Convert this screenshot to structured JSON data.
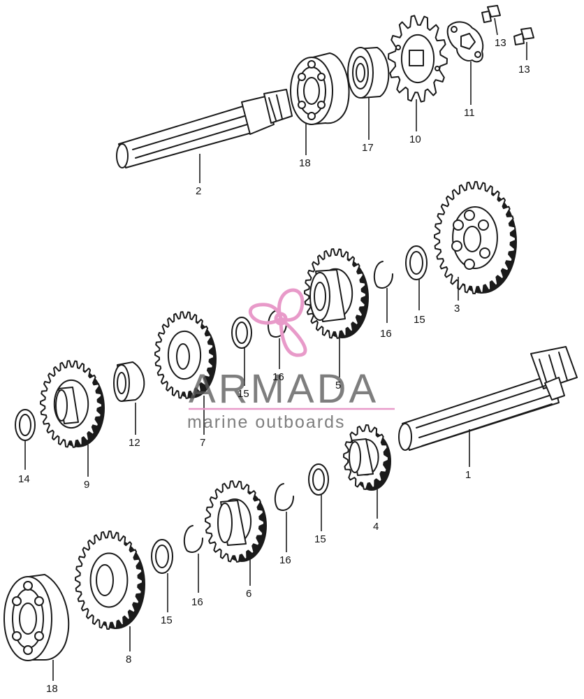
{
  "watermark": {
    "brand": "ARMADA",
    "tagline": "marine outboards",
    "accent_color": "#e89ac9",
    "text_color": "#5a5a5a"
  },
  "callouts": [
    {
      "id": "c-mainshaft-1",
      "label": "1"
    },
    {
      "id": "c-countershaft-2",
      "label": "2"
    },
    {
      "id": "c-gear-3",
      "label": "3"
    },
    {
      "id": "c-gear-4",
      "label": "4"
    },
    {
      "id": "c-gear-5",
      "label": "5"
    },
    {
      "id": "c-gear-6",
      "label": "6"
    },
    {
      "id": "c-gear-7",
      "label": "7"
    },
    {
      "id": "c-gear-8",
      "label": "8"
    },
    {
      "id": "c-gear-9",
      "label": "9"
    },
    {
      "id": "c-sprocket-10",
      "label": "10"
    },
    {
      "id": "c-plate-11",
      "label": "11"
    },
    {
      "id": "c-bushing-12",
      "label": "12"
    },
    {
      "id": "c-bolt-13a",
      "label": "13"
    },
    {
      "id": "c-bolt-13b",
      "label": "13"
    },
    {
      "id": "c-washer-14",
      "label": "14"
    },
    {
      "id": "c-washer-15a",
      "label": "15"
    },
    {
      "id": "c-washer-15b",
      "label": "15"
    },
    {
      "id": "c-washer-15c",
      "label": "15"
    },
    {
      "id": "c-washer-15d",
      "label": "15"
    },
    {
      "id": "c-clip-16a",
      "label": "16"
    },
    {
      "id": "c-clip-16b",
      "label": "16"
    },
    {
      "id": "c-clip-16c",
      "label": "16"
    },
    {
      "id": "c-clip-16d",
      "label": "16"
    },
    {
      "id": "c-seal-17",
      "label": "17"
    },
    {
      "id": "c-bearing-18a",
      "label": "18"
    },
    {
      "id": "c-bearing-18b",
      "label": "18"
    }
  ]
}
